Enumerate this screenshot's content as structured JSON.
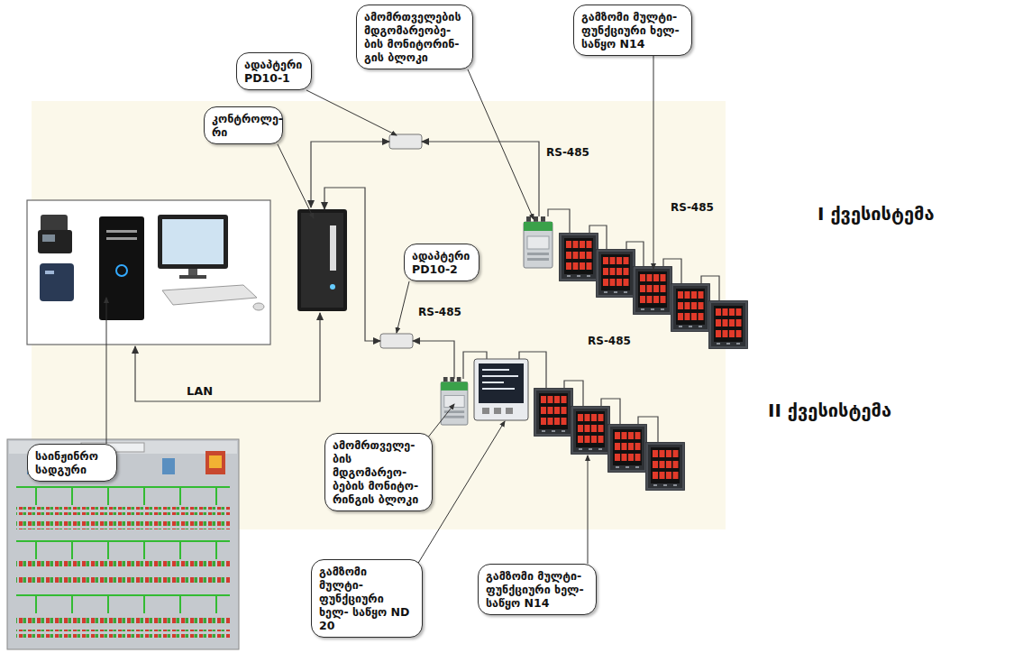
{
  "diagram": {
    "nodes": [
      {
        "text": [
          "ამომრთველების მდგომარეობე- ბის მონიტორინ- გის ბლოკი"
        ]
      },
      {
        "text": [
          "გამზომი მულტი- ფუნქციური ხელ- საწყო N14"
        ]
      },
      {
        "text": [
          "ადაპტერი PD10-1"
        ]
      },
      {
        "text": [
          "კონტროლე- რი"
        ]
      },
      {
        "text": [
          "ადაპტერი PD10-2"
        ]
      },
      {
        "text": [
          "ამომრთველე- ბის მდგომარეო- ბების მონიტო- რინგის ბლოკი"
        ]
      },
      {
        "text": [
          "საინჟინრო სადგური"
        ]
      },
      {
        "text": [
          "გამზომი მულტი- ფუნქციური ხელ- საწყო ND 20"
        ]
      },
      {
        "text": [
          "გამზომი მულტი- ფუნქციური ხელ- საწყო N14"
        ]
      }
    ],
    "labels": [
      "RS-485",
      "RS-485",
      "I ქვესისტემა",
      "RS-485",
      "RS-485",
      "LAN",
      "II ქვესისტემა"
    ]
  }
}
